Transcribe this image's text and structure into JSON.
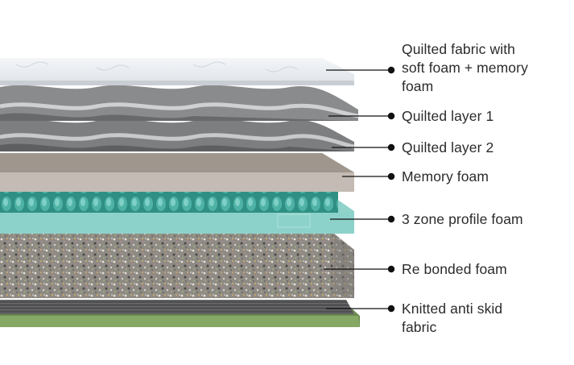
{
  "diagram": {
    "layers": [
      {
        "id": "quilted-fabric",
        "label": "Quilted fabric with\nsoft foam + memory\nfoam"
      },
      {
        "id": "quilted-layer-1",
        "label": "Quilted layer 1"
      },
      {
        "id": "quilted-layer-2",
        "label": "Quilted layer 2"
      },
      {
        "id": "memory-foam",
        "label": "Memory foam"
      },
      {
        "id": "profile-foam",
        "label": "3 zone profile foam"
      },
      {
        "id": "rebonded-foam",
        "label": "Re bonded foam"
      },
      {
        "id": "anti-skid-fabric",
        "label": "Knitted anti skid\nfabric"
      }
    ],
    "colors": {
      "fabric": "#e9ecf0",
      "quilted": "#8a8b8c",
      "memory_foam": "#b7aea5",
      "profile_foam": "#8fd3cb",
      "rebonded": "#8d8882",
      "knitted": "#5a5a5c",
      "skid": "#7fa05f",
      "leader": "#111111"
    }
  }
}
